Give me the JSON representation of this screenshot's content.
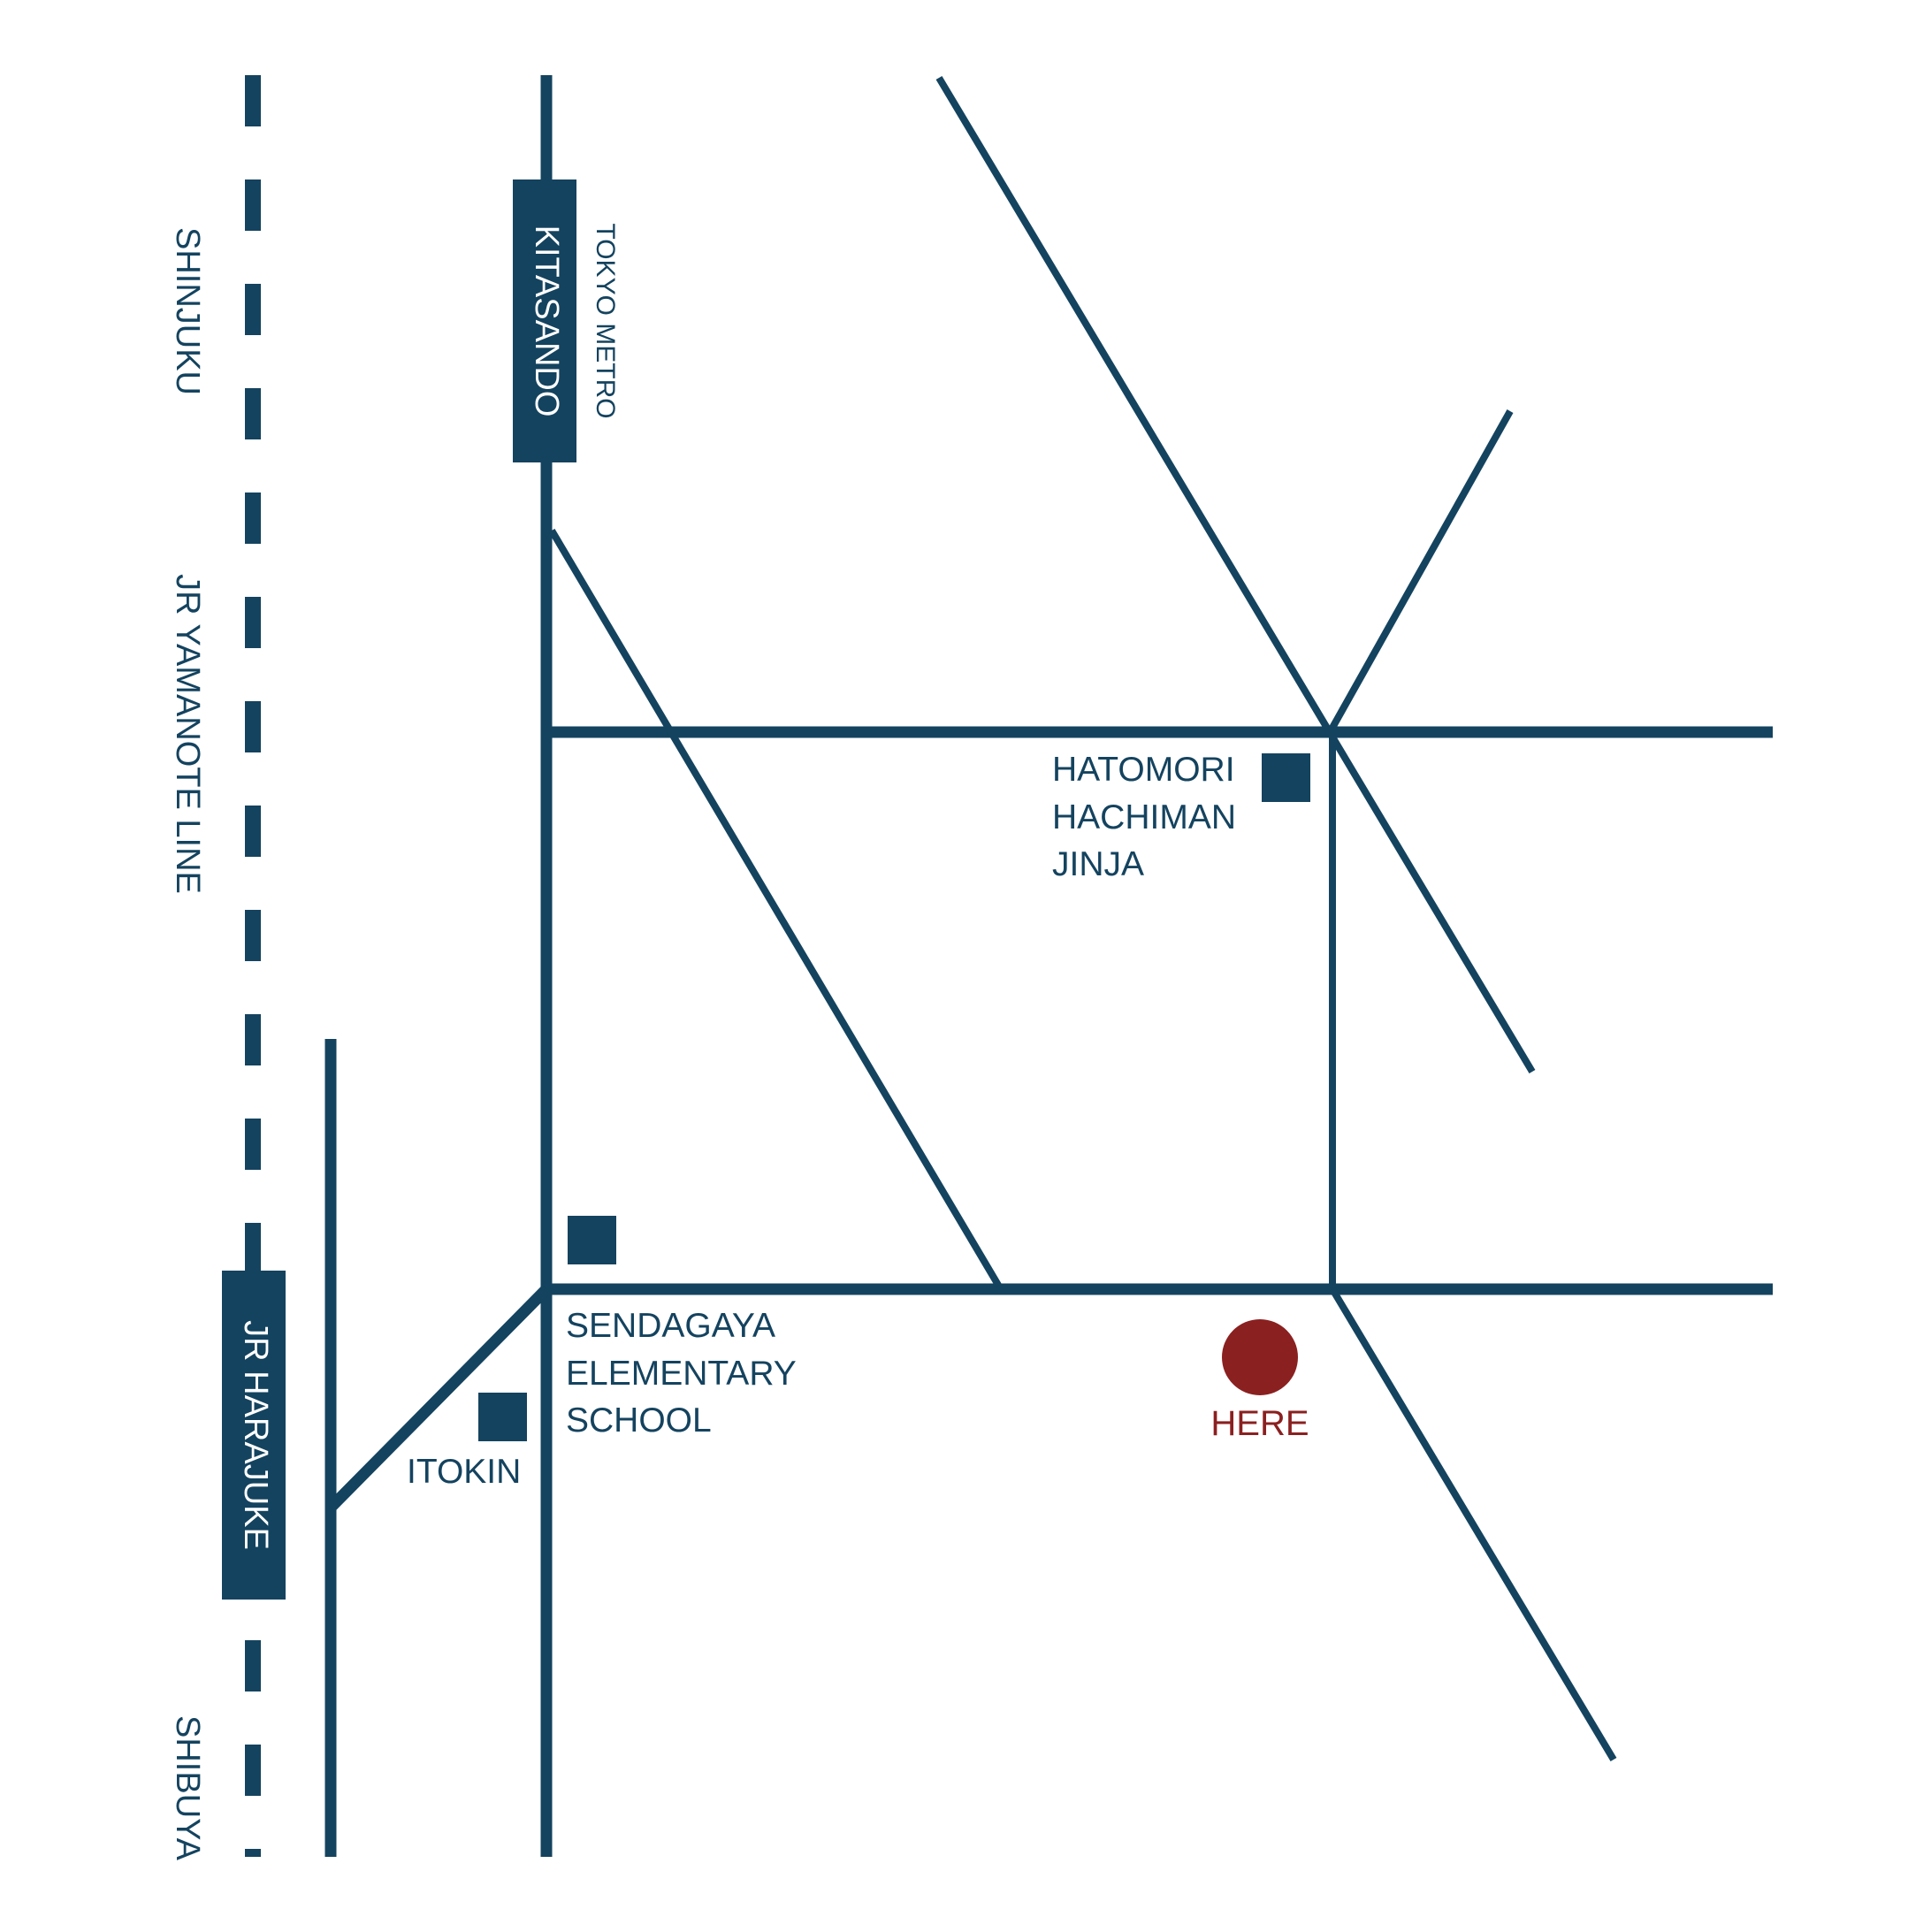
{
  "colors": {
    "road": "#14435f",
    "landmark": "#14435f",
    "here": "#8b2020",
    "background": "#ffffff"
  },
  "rail": {
    "line_name": "JR YAMANOTE LINE",
    "north_direction": "SHINJUKU",
    "south_direction": "SHIBUYA"
  },
  "stations": {
    "kitasando": {
      "name": "KITASANDO",
      "operator": "TOKYO METRO"
    },
    "harajuku": {
      "name": "JR HARAJUKE"
    }
  },
  "landmarks": {
    "hatomori": {
      "line1": "HATOMORI",
      "line2": "HACHIMAN",
      "line3": "JINJA"
    },
    "school": {
      "line1": "SENDAGAYA",
      "line2": "ELEMENTARY",
      "line3": "SCHOOL"
    },
    "itokin": {
      "label": "ITOKIN"
    }
  },
  "marker": {
    "label": "HERE"
  }
}
